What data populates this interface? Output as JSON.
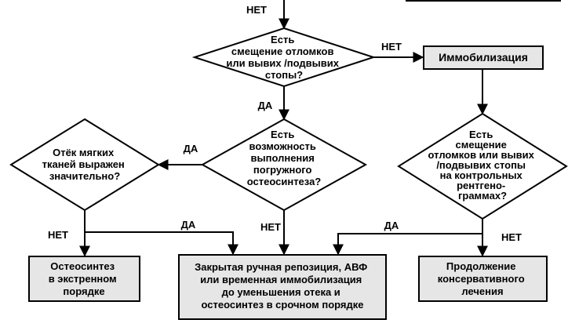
{
  "colors": {
    "line": "#000000",
    "box_fill": "#e6e6e6",
    "diamond_fill": "#ffffff",
    "background": "#ffffff"
  },
  "labels": {
    "top_no": "НЕТ",
    "d1_no": "НЕТ",
    "d1_yes": "ДА",
    "d2_yes": "ДА",
    "d2_no": "НЕТ",
    "d3_no": "НЕТ",
    "d3_yes": "ДА",
    "d4_yes": "ДА",
    "d4_no": "НЕТ"
  },
  "nodes": {
    "d1": {
      "lines": [
        "Есть",
        "смещение отломков",
        "или вывих /подвывих",
        "стопы?"
      ]
    },
    "immob": {
      "lines": [
        "Иммобилизация"
      ]
    },
    "d2": {
      "lines": [
        "Есть",
        "возможность",
        "выполнения",
        "погружного",
        "остеосинтеза?"
      ]
    },
    "d3": {
      "lines": [
        "Отёк мягких",
        "тканей выражен",
        "значительно?"
      ]
    },
    "d4": {
      "lines": [
        "Есть",
        "смещение",
        "отломков или вывих",
        "/подвывих стопы",
        "на контрольных",
        "рентгено-",
        "граммах?"
      ]
    },
    "osteo": {
      "lines": [
        "Остеосинтез",
        "в экстренном",
        "порядке"
      ]
    },
    "closed": {
      "lines": [
        "Закрытая ручная репозиция, АВФ",
        "или временная иммобилизация",
        "до уменьшения отека и",
        "остеосинтез в срочном порядке"
      ]
    },
    "cont": {
      "lines": [
        "Продолжение",
        "консервативного",
        "лечения"
      ]
    }
  }
}
